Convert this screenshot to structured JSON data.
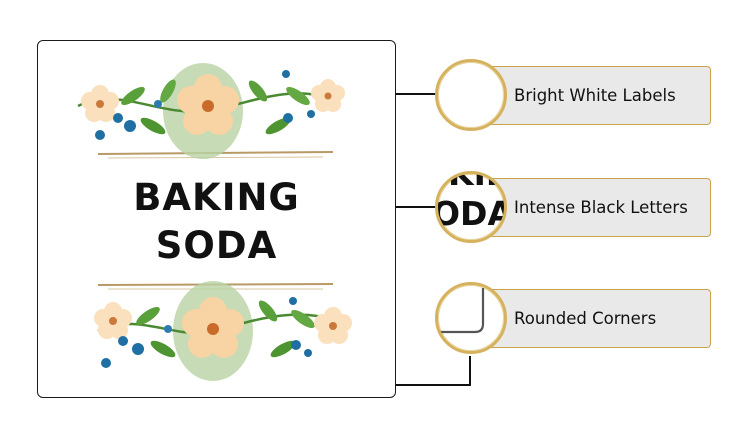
{
  "label": {
    "line1": "BAKING",
    "line2": "SODA"
  },
  "callouts": [
    {
      "label": "Bright White Labels"
    },
    {
      "label": "Intense Black Letters"
    },
    {
      "label": "Rounded Corners"
    }
  ],
  "zoom_text": {
    "top": "KIN",
    "bottom": "ODA"
  },
  "colors": {
    "gold": "#c9a24a",
    "bar": "#e9e9e9",
    "leaf": "#5a9e3a",
    "flower": "#f6d6a8",
    "berry": "#1f6fa3"
  }
}
